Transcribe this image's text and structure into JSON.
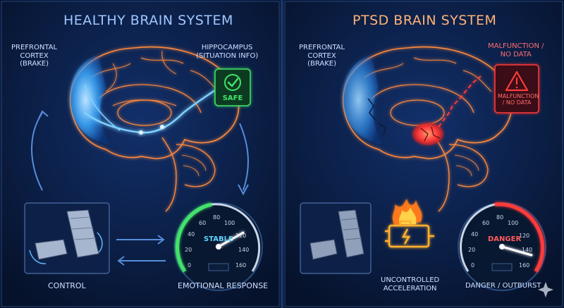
{
  "colors": {
    "background": "#06122b",
    "healthy_glow": "#3aa8ff",
    "brain_outline": "#ff8a3d",
    "safe_green": "#43e36b",
    "danger_red": "#ff3b3b"
  },
  "healthy": {
    "title": "HEALTHY BRAIN SYSTEM",
    "prefrontal_label": [
      "PREFRONTAL",
      "CORTEX",
      "(BRAKE)"
    ],
    "hippocampus_label": [
      "HIPPOCAMPUS",
      "(SITUATION INFO)"
    ],
    "safe_badge": "SAFE",
    "gauge": {
      "label": "STABLE",
      "ticks": [
        "0",
        "20",
        "40",
        "60",
        "80",
        "100",
        "120",
        "140",
        "160"
      ],
      "needle_value": 100
    },
    "control_label": "CONTROL",
    "emotional_label": "EMOTIONAL RESPONSE"
  },
  "ptsd": {
    "title": "PTSD BRAIN SYSTEM",
    "prefrontal_label": [
      "PREFRONTAL",
      "CORTEX",
      "(BRAKE)"
    ],
    "malfunction_top": [
      "MALFUNCTION /",
      "NO DATA"
    ],
    "malfunction_box": [
      "MALFUNCTION",
      "/ NO DATA"
    ],
    "gauge": {
      "label": "DANGER",
      "ticks": [
        "0",
        "20",
        "40",
        "60",
        "80",
        "100",
        "120",
        "140",
        "160"
      ],
      "needle_value": 150
    },
    "engine_label": [
      "UNCONTROLLED",
      "ACCELERATION"
    ],
    "danger_label": "DANGER / OUTBURST"
  },
  "icons": [
    "check-icon",
    "warning-icon",
    "engine-icon",
    "pedal-icon",
    "sparkle-icon"
  ]
}
